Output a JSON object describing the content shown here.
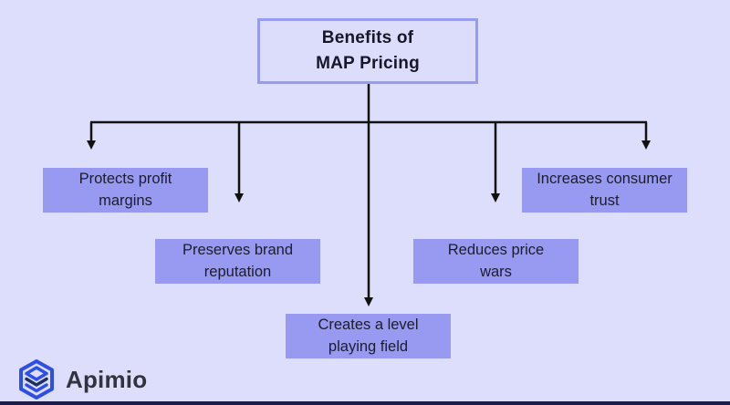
{
  "diagram": {
    "title": "Benefits of\nMAP Pricing",
    "nodes": [
      {
        "id": "protects-profit-margins",
        "label": "Protects profit\nmargins"
      },
      {
        "id": "preserves-brand-reputation",
        "label": "Preserves brand\nreputation"
      },
      {
        "id": "creates-level-playing-field",
        "label": "Creates a level\nplaying field"
      },
      {
        "id": "reduces-price-wars",
        "label": "Reduces price\nwars"
      },
      {
        "id": "increases-consumer-trust",
        "label": "Increases consumer\ntrust"
      }
    ]
  },
  "branding": {
    "logo_text": "Apimio",
    "logo_icon": "apimio-hexagon-box-icon"
  },
  "colors": {
    "background": "#dcdefb",
    "node_fill": "#979af0",
    "title_fill": "#dcddfb",
    "title_border": "#989bf6",
    "connector_line": "#111111",
    "bottom_bar": "#1c1c49",
    "logo_blue": "#2e4fe6",
    "logo_navy": "#1e2f63",
    "text_dark": "#1c1c30"
  }
}
